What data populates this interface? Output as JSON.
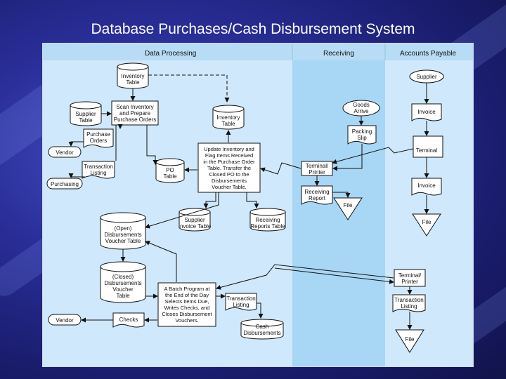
{
  "slide": {
    "title": "Database Purchases/Cash Disbursement System"
  },
  "columns": {
    "data_processing": "Data Processing",
    "receiving": "Receiving",
    "accounts_payable": "Accounts Payable"
  },
  "nodes": {
    "inventory_table_top": [
      "Inventory",
      "Table"
    ],
    "supplier_table": [
      "Supplier",
      "Table"
    ],
    "scan_inventory": [
      "Scan Inventory",
      "and Prepare",
      "Purchase Orders"
    ],
    "inventory_table_mid": [
      "Inventory",
      "Table"
    ],
    "purchase_orders": [
      "Purchase",
      "Orders"
    ],
    "vendor_top": "Vendor",
    "transaction_listing_left": [
      "Transaction",
      "Listing"
    ],
    "purchasing": "Purchasing",
    "po_table": [
      "PO",
      "Table"
    ],
    "update_inventory": [
      "Update Inventory and",
      "Flag Items Received",
      "in the Purchase Order",
      "Table. Transfer the",
      "Closed PO to the",
      "Disbursements",
      "Voucher Table."
    ],
    "goods_arrive": [
      "Goods",
      "Arrive"
    ],
    "packing_slip": [
      "Packing",
      "Slip"
    ],
    "terminal_printer_recv": [
      "Terminal/",
      "Printer"
    ],
    "receiving_report": [
      "Receiving",
      "Report"
    ],
    "file_recv": "File",
    "supplier_invoice_table": [
      "Supplier",
      "Invoice Table"
    ],
    "receiving_reports_table": [
      "Receiving",
      "Reports Table"
    ],
    "open_vouchers": [
      "(Open)",
      "Disbursements",
      "Voucher Table"
    ],
    "closed_vouchers": [
      "(Closed)",
      "Disbursements",
      "Voucher",
      "Table"
    ],
    "batch_program": [
      "A Batch Program at",
      "the End of the Day",
      "Selects Items Due,",
      "Writes Checks, and",
      "Closes Disbursement",
      "Vouchers."
    ],
    "vendor_bottom": "Vendor",
    "checks": "Checks",
    "transaction_listing_mid": [
      "Transaction",
      "Listing"
    ],
    "cash_disbursements": [
      "Cash",
      "Disbursements"
    ],
    "ap_supplier": "Supplier",
    "ap_invoice1": "Invoice",
    "ap_terminal": "Terminal",
    "ap_invoice2": "Invoice",
    "ap_file1": "File",
    "ap_terminal_printer": [
      "Terminal/",
      "Printer"
    ],
    "ap_transaction_listing": [
      "Transaction",
      "Listing"
    ],
    "ap_file2": "File"
  },
  "colors": {
    "lane_dp": "#cfe8fb",
    "lane_recv": "#a8d6f5",
    "lane_ap": "#cfe8fb",
    "header": "#b8dcf6"
  }
}
